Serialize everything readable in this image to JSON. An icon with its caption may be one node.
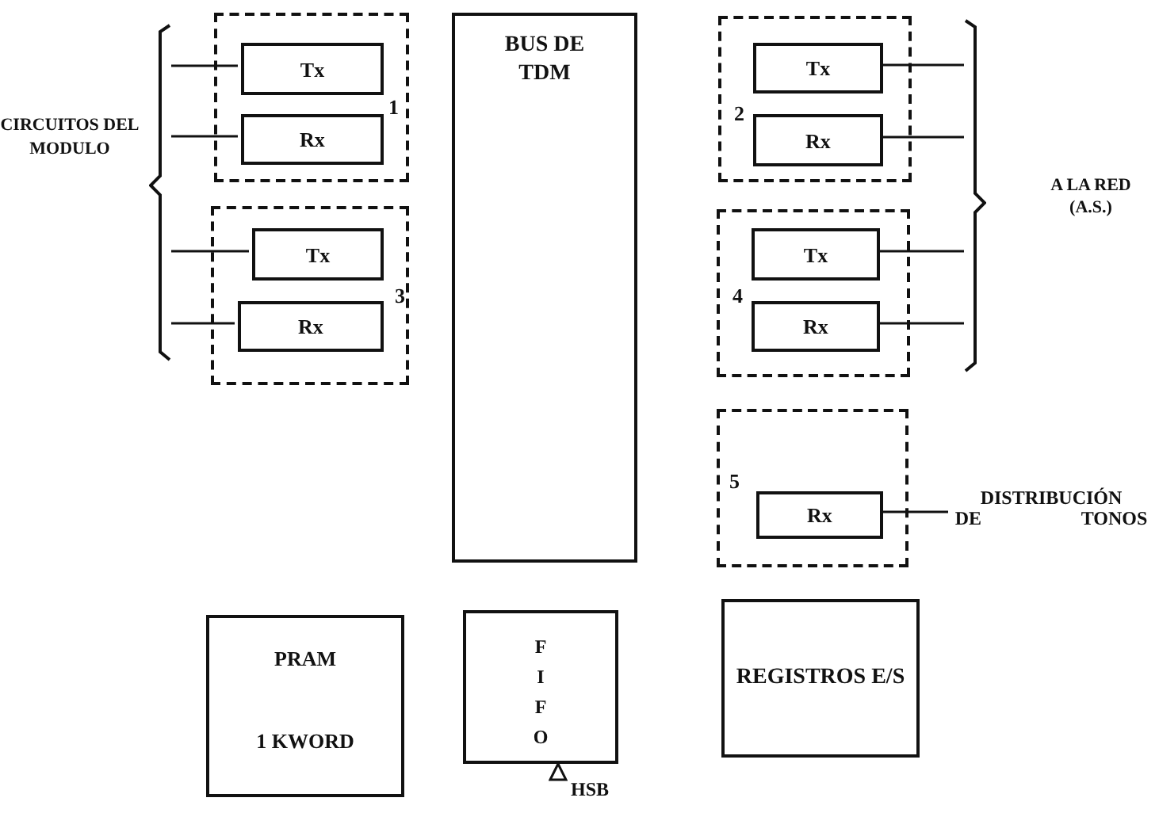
{
  "diagram": {
    "nodes": [
      {
        "text": [
          "1"
        ]
      },
      {
        "text": [
          "Tx"
        ],
        "in": 0
      },
      {
        "text": [
          "Rx"
        ],
        "in": 0
      },
      {
        "text": [
          "BUS DE TDM"
        ]
      },
      {
        "text": [
          "2"
        ]
      },
      {
        "text": [
          "Tx"
        ],
        "in": 4
      },
      {
        "text": [
          "Rx"
        ],
        "in": 4
      },
      {
        "text": [
          "3"
        ]
      },
      {
        "text": [
          "Tx"
        ],
        "in": 7
      },
      {
        "text": [
          "Rx"
        ],
        "in": 7
      },
      {
        "text": [
          "4"
        ]
      },
      {
        "text": [
          "Tx"
        ],
        "in": 10
      },
      {
        "text": [
          "Rx"
        ],
        "in": 10
      },
      {
        "text": [
          "5"
        ]
      },
      {
        "text": [
          "Rx"
        ],
        "in": 13
      },
      {
        "text": [
          "CIRCUITOS DEL MODULO"
        ]
      },
      {
        "text": [
          "A LA RED (A.S.)"
        ]
      },
      {
        "text": [
          "DISTRIBUCIÓN DE TONOS"
        ]
      },
      {
        "text": [
          "PRAM",
          "1 KWORD"
        ]
      },
      {
        "text": [
          "F I F O"
        ]
      },
      {
        "text": [
          "REGISTROS E/S"
        ]
      },
      {
        "text": [
          "HSB"
        ]
      }
    ],
    "edges": [
      {
        "from": 1,
        "to": 15,
        "arrow": "none"
      },
      {
        "from": 2,
        "to": 15,
        "arrow": "none"
      },
      {
        "from": 8,
        "to": 15,
        "arrow": "none"
      },
      {
        "from": 9,
        "to": 15,
        "arrow": "none"
      },
      {
        "from": 5,
        "to": 16,
        "arrow": "none"
      },
      {
        "from": 6,
        "to": 16,
        "arrow": "none"
      },
      {
        "from": 11,
        "to": 16,
        "arrow": "none"
      },
      {
        "from": 12,
        "to": 16,
        "arrow": "none"
      },
      {
        "from": 14,
        "to": 17,
        "arrow": "none"
      },
      {
        "from": 21,
        "to": 19,
        "arrow": "to"
      }
    ]
  }
}
